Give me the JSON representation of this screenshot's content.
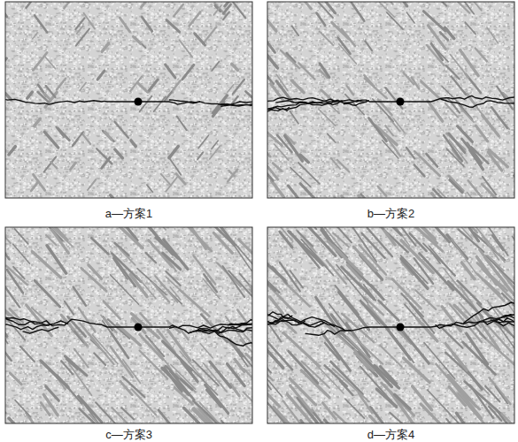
{
  "diagram": {
    "labels": [
      "a—方案1",
      "b—方案2",
      "c—方案3",
      "d—方案4"
    ]
  }
}
